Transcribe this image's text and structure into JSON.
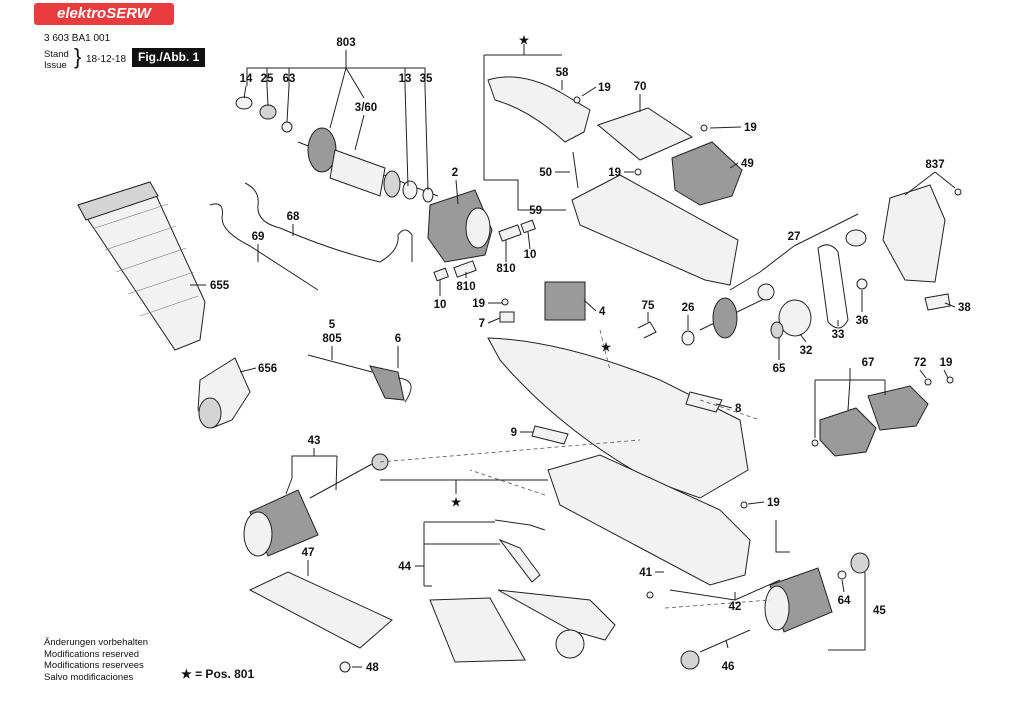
{
  "header": {
    "logo_text": "elektroSERW",
    "document_number": "3 603 BA1 001",
    "stand_label": "Stand",
    "issue_label": "Issue",
    "date": "18-12-18",
    "figure_label": "Fig./Abb. 1"
  },
  "footer": {
    "notes": [
      "Änderungen vorbehalten",
      "Modifications reserved",
      "Modifications reservees",
      "Salvo modificaciones"
    ],
    "star_legend": "★ = Pos. 801"
  },
  "callouts": {
    "c803": "803",
    "c14": "14",
    "c25": "25",
    "c63": "63",
    "c13": "13",
    "c35": "35",
    "c3_60": "3/60",
    "c2": "2",
    "c68": "68",
    "c69": "69",
    "c655": "655",
    "c810a": "810",
    "c10a": "10",
    "c810b": "810",
    "c10b": "10",
    "c5": "5",
    "c805": "805",
    "c6": "6",
    "c656": "656",
    "cstar_top": "★",
    "c58": "58",
    "c19a": "19",
    "c70": "70",
    "c19b": "19",
    "c50": "50",
    "c19c": "19",
    "c49": "49",
    "c59": "59",
    "c837": "837",
    "c27": "27",
    "c19d": "19",
    "c7": "7",
    "c4": "4",
    "c75": "75",
    "c26": "26",
    "cstar_mid": "★",
    "c38": "38",
    "c36": "36",
    "c33": "33",
    "c32": "32",
    "c65": "65",
    "c67": "67",
    "c72": "72",
    "c19e": "19",
    "c8": "8",
    "c9": "9",
    "c43": "43",
    "cstar_low": "★",
    "c19f": "19",
    "c47": "47",
    "c44": "44",
    "c41": "41",
    "c42": "42",
    "c64": "64",
    "c45": "45",
    "c46": "46",
    "c48": "48"
  }
}
